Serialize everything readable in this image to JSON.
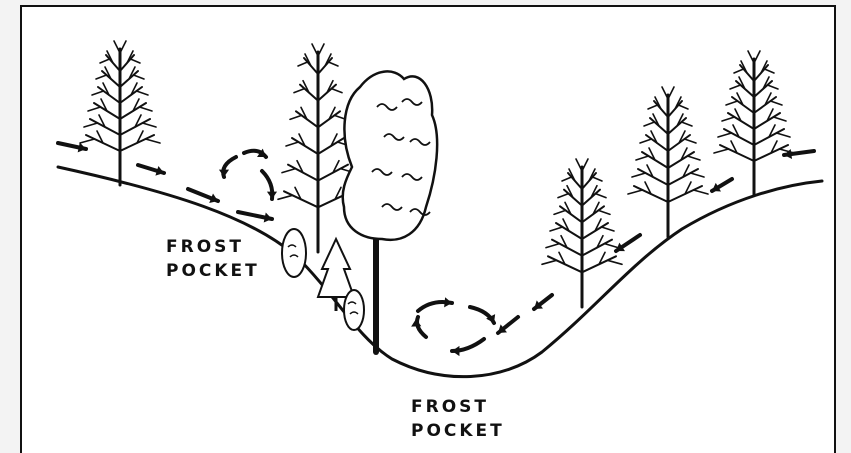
{
  "labels": {
    "left": {
      "line1": "FROST",
      "line2": "POCKET"
    },
    "bottom": {
      "line1": "FROST",
      "line2": "POCKET"
    }
  },
  "icons": [
    "bare-tree",
    "leafy-tree",
    "conifer",
    "shrub",
    "airflow-arrow"
  ],
  "colors": {
    "ink": "#111111",
    "paper": "#ffffff",
    "margin": "#f3f3f3"
  }
}
